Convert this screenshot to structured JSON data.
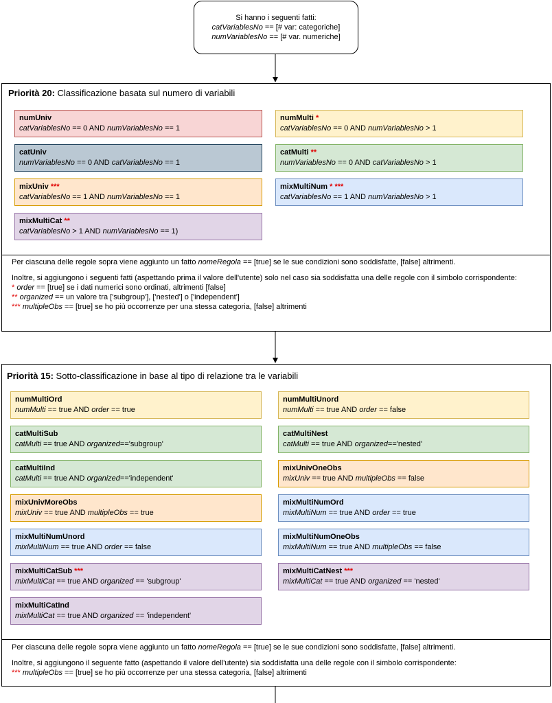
{
  "top_node": {
    "line1": "Si hanno i seguenti fatti:",
    "line2_var": "catVariablesNo",
    "line2_rest": " == [# var: categoriche]",
    "line3_var": "numVariablesNo",
    "line3_rest": " == [# var. numeriche]"
  },
  "panel1": {
    "title_bold": "Priorità 20:",
    "title_rest": " Classificazione basata sul numero di variabili",
    "rules": [
      {
        "name": "numUniv",
        "star": "",
        "cond_html": "<i>catVariablesNo</i> == 0 AND <i>numVariablesNo</i> == 1",
        "color": "c-red"
      },
      {
        "name": "numMulti",
        "star": "*",
        "cond_html": "<i>catVariablesNo</i> == 0 AND <i>numVariablesNo</i> &gt; 1",
        "color": "c-yellow"
      },
      {
        "name": "catUniv",
        "star": "",
        "cond_html": "<i>numVariablesNo</i> == 0 AND <i>catVariablesNo</i> == 1",
        "color": "c-slate"
      },
      {
        "name": "catMulti",
        "star": "**",
        "cond_html": "<i>numVariablesNo</i> == 0 AND <i>catVariablesNo</i> &gt; 1",
        "color": "c-green"
      },
      {
        "name": "mixUniv",
        "star": "***",
        "cond_html": "<i>catVariablesNo</i> == 1 AND <i>numVariablesNo</i> == 1",
        "color": "c-orange"
      },
      {
        "name": "mixMultiNum",
        "star": "* ***",
        "cond_html": "<i>catVariablesNo</i> == 1 AND <i>numVariablesNo</i> &gt; 1",
        "color": "c-blue"
      },
      {
        "name": "mixMultiCat",
        "star": "**",
        "cond_html": "<i>catVariablesNo</i> &gt; 1 AND <i>numVariablesNo</i> == 1)",
        "color": "c-purple"
      }
    ],
    "note_html": [
      "Per ciascuna delle regole sopra viene aggiunto un fatto <i>nomeRegola</i> == [true] se le sue condizioni sono soddisfatte, [false] altrimenti.",
      "",
      "Inoltre, si aggiungono i seguenti fatti (aspettando prima il valore dell'utente) solo nel caso sia soddisfatta una delle regole con il simbolo corrispondente:",
      "<span class=\"red\">*</span> <i>order</i> == [true] se i dati numerici sono ordinati, altrimenti [false]",
      "<span class=\"red\">**</span> <i>organized</i> == un valore tra ['subgroup'], ['nested'] o ['independent']",
      "<span class=\"red\">***</span> <i>multipleObs</i> == [true] se ho più occorrenze per una stessa categoria, [false] altrimenti"
    ]
  },
  "panel2": {
    "title_bold": "Priorità 15:",
    "title_rest": " Sotto-classificazione in base al tipo di relazione tra le variabili",
    "rules": [
      {
        "name": "numMultiOrd",
        "star": "",
        "cond_html": "<i>numMulti</i> == true AND <i>order</i> == true",
        "color": "c-yellow"
      },
      {
        "name": "numMultiUnord",
        "star": "",
        "cond_html": "<i>numMulti</i> == true AND <i>order</i> == false",
        "color": "c-yellow"
      },
      {
        "name": "catMultiSub",
        "star": "",
        "cond_html": "<i>catMulti</i> == true AND <i>organized</i>=='subgroup'",
        "color": "c-green"
      },
      {
        "name": "catMultiNest",
        "star": "",
        "cond_html": "<i>catMulti</i> == true AND <i>organized</i>=='nested'",
        "color": "c-green"
      },
      {
        "name": "catMultiInd",
        "star": "",
        "cond_html": "<i>catMulti</i> == true AND <i>organized</i>=='independent'",
        "color": "c-green"
      },
      {
        "name": "mixUnivOneObs",
        "star": "",
        "cond_html": "<i>mixUniv</i> == true AND <i>multipleObs</i> == false",
        "color": "c-orange"
      },
      {
        "name": "mixUnivMoreObs",
        "star": "",
        "cond_html": "<i>mixUniv</i> == true AND <i>multipleObs</i> == true",
        "color": "c-orange"
      },
      {
        "name": "mixMultiNumOrd",
        "star": "",
        "cond_html": "<i>mixMultiNum</i> == true AND <i>order</i> == true",
        "color": "c-blue"
      },
      {
        "name": "mixMultiNumUnord",
        "star": "",
        "cond_html": "<i>mixMultiNum</i> == true AND <i>order</i> == false",
        "color": "c-blue"
      },
      {
        "name": "mixMultiNumOneObs",
        "star": "",
        "cond_html": "<i>mixMultiNum</i> == true AND <i>multipleObs</i> == false",
        "color": "c-blue"
      },
      {
        "name": "mixMultiCatSub",
        "star": "***",
        "cond_html": "<i>mixMultiCat</i> == true AND <i>organized</i> == 'subgroup'",
        "color": "c-purple"
      },
      {
        "name": "mixMultiCatNest",
        "star": "***",
        "cond_html": "<i>mixMultiCat</i> == true AND <i>organized</i> == 'nested'",
        "color": "c-purple"
      },
      {
        "name": "mixMultiCatInd",
        "star": "",
        "cond_html": "<i>mixMultiCat</i> == true AND <i>organized</i> == 'independent'",
        "color": "c-purple"
      }
    ],
    "note_html": [
      "Per ciascuna delle regole sopra viene aggiunto un fatto <i>nomeRegola</i> == [true] se le sue condizioni sono soddisfatte, [false] altrimenti.",
      "",
      "Inoltre, si aggiungono il seguente fatto (aspettando il valore dell'utente) sia soddisfatta una delle regole con il simbolo corrispondente:",
      "<span class=\"red\">***</span> <i>multipleObs</i> == [true] se ho più occorrenze per una stessa categoria, [false] altrimenti"
    ]
  }
}
